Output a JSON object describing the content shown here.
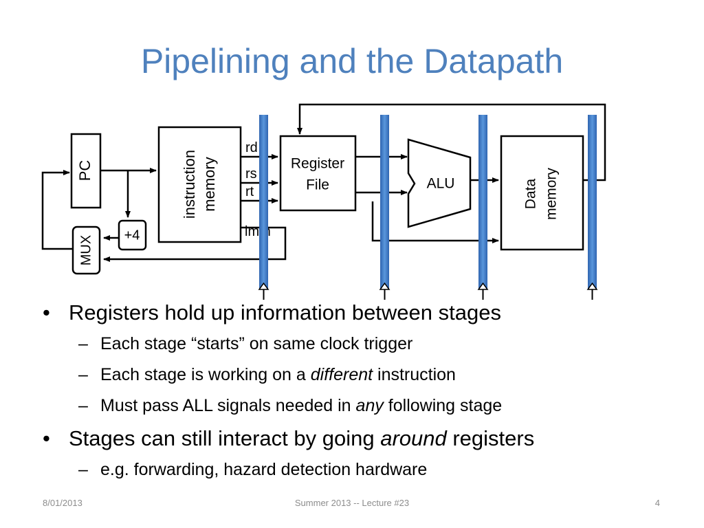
{
  "title": "Pipelining and the Datapath",
  "diagram": {
    "pc": "PC",
    "instruction_memory": [
      "instruction",
      "memory"
    ],
    "register_file": [
      "Register",
      "File"
    ],
    "alu": "ALU",
    "data_memory": [
      "Data",
      "memory"
    ],
    "mux": "MUX",
    "plus_four": "+4",
    "signal_rd": "rd",
    "signal_rs": "rs",
    "signal_rt": "rt",
    "signal_imm": "imm",
    "colors": {
      "pipeline_register": "#3a78c8",
      "wire": "#000000"
    }
  },
  "bullets": [
    {
      "level": 1,
      "marker": "•",
      "parts": [
        {
          "text": "Registers hold up information between stages"
        }
      ]
    },
    {
      "level": 2,
      "marker": "–",
      "parts": [
        {
          "text": "Each stage “starts” on same clock trigger"
        }
      ]
    },
    {
      "level": 2,
      "marker": "–",
      "parts": [
        {
          "text": "Each stage is working on a "
        },
        {
          "text": "different",
          "italic": true
        },
        {
          "text": " instruction"
        }
      ]
    },
    {
      "level": 2,
      "marker": "–",
      "parts": [
        {
          "text": "Must pass ALL signals needed in "
        },
        {
          "text": "any",
          "italic": true
        },
        {
          "text": " following stage"
        }
      ]
    },
    {
      "level": 1,
      "marker": "•",
      "parts": [
        {
          "text": "Stages can still interact by going "
        },
        {
          "text": "around",
          "italic": true
        },
        {
          "text": " registers"
        }
      ]
    },
    {
      "level": 2,
      "marker": "–",
      "parts": [
        {
          "text": "e.g. forwarding, hazard detection hardware"
        }
      ]
    }
  ],
  "footer": {
    "date": "8/01/2013",
    "center": "Summer 2013 -- Lecture #23",
    "page": "4"
  }
}
